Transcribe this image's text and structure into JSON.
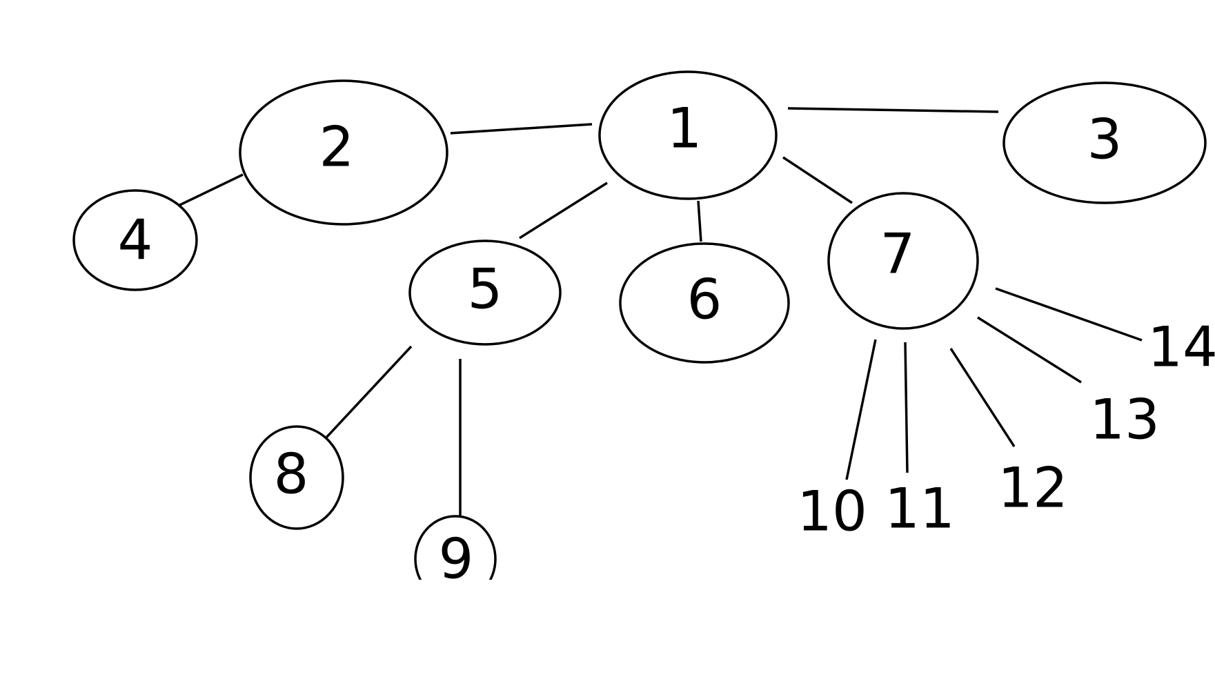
{
  "diagram": {
    "type": "tree",
    "colors": {
      "stroke": "#000000",
      "background": "#ffffff"
    },
    "nodes": [
      {
        "id": "n1",
        "label": "1",
        "shape": "ellipse"
      },
      {
        "id": "n2",
        "label": "2",
        "shape": "ellipse"
      },
      {
        "id": "n3",
        "label": "3",
        "shape": "ellipse"
      },
      {
        "id": "n4",
        "label": "4",
        "shape": "ellipse"
      },
      {
        "id": "n5",
        "label": "5",
        "shape": "ellipse"
      },
      {
        "id": "n6",
        "label": "6",
        "shape": "ellipse"
      },
      {
        "id": "n7",
        "label": "7",
        "shape": "ellipse"
      },
      {
        "id": "n8",
        "label": "8",
        "shape": "ellipse"
      },
      {
        "id": "n9",
        "label": "9",
        "shape": "ellipse"
      },
      {
        "id": "n10",
        "label": "10",
        "shape": "none"
      },
      {
        "id": "n11",
        "label": "11",
        "shape": "none"
      },
      {
        "id": "n12",
        "label": "12",
        "shape": "none"
      },
      {
        "id": "n13",
        "label": "13",
        "shape": "none"
      },
      {
        "id": "n14",
        "label": "14",
        "shape": "none"
      }
    ],
    "edges": [
      {
        "from": "n1",
        "to": "n2"
      },
      {
        "from": "n1",
        "to": "n3"
      },
      {
        "from": "n1",
        "to": "n5"
      },
      {
        "from": "n1",
        "to": "n6"
      },
      {
        "from": "n1",
        "to": "n7"
      },
      {
        "from": "n2",
        "to": "n4"
      },
      {
        "from": "n5",
        "to": "n8"
      },
      {
        "from": "n5",
        "to": "n9"
      },
      {
        "from": "n7",
        "to": "n10"
      },
      {
        "from": "n7",
        "to": "n11"
      },
      {
        "from": "n7",
        "to": "n12"
      },
      {
        "from": "n7",
        "to": "n13"
      },
      {
        "from": "n7",
        "to": "n14"
      }
    ]
  }
}
